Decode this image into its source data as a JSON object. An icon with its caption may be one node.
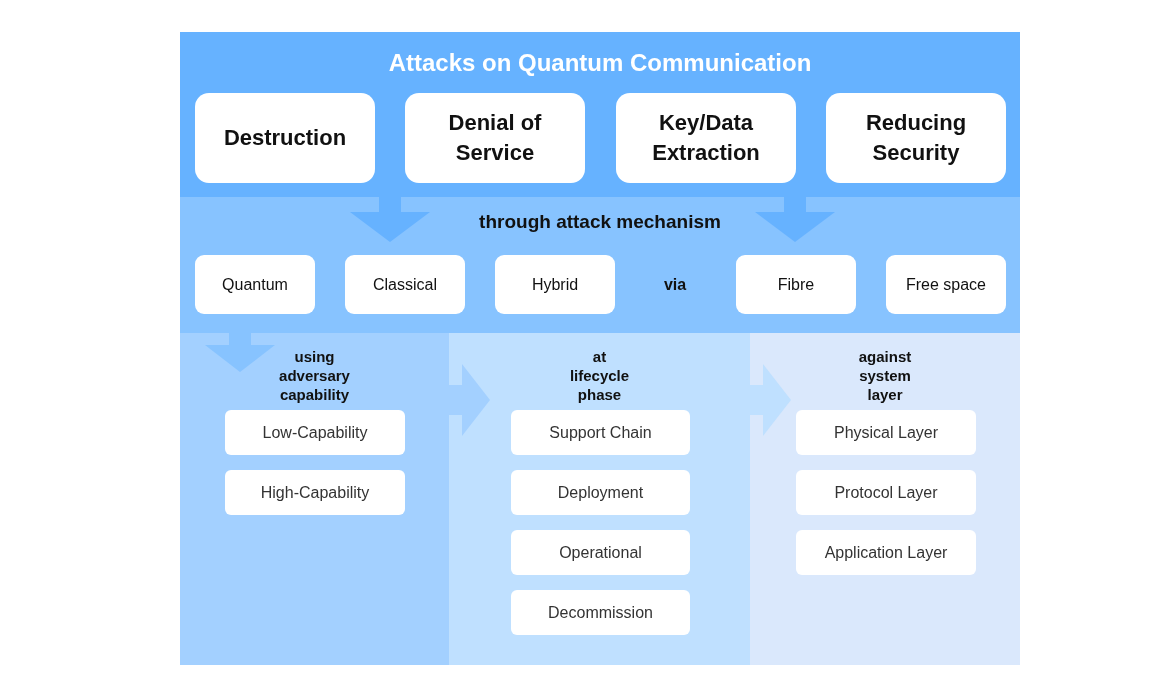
{
  "diagram": {
    "nodes": [
      {
        "text": [
          "Attacks on Quantum Communication"
        ]
      },
      {
        "text": [
          "Destruction"
        ],
        "in": 0
      },
      {
        "text": [
          "Denial of Service"
        ],
        "in": 0
      },
      {
        "text": [
          "Key/Data Extraction"
        ],
        "in": 0
      },
      {
        "text": [
          "Reducing Security"
        ],
        "in": 0
      },
      {
        "text": [
          "through attack mechanism",
          "via"
        ]
      },
      {
        "text": [
          "Quantum"
        ],
        "in": 5
      },
      {
        "text": [
          "Classical"
        ],
        "in": 5
      },
      {
        "text": [
          "Hybrid"
        ],
        "in": 5
      },
      {
        "text": [
          "Fibre"
        ],
        "in": 5
      },
      {
        "text": [
          "Free space"
        ],
        "in": 5
      },
      {
        "text": [
          "using adversary capability"
        ]
      },
      {
        "text": [
          "Low-Capability"
        ],
        "in": 11
      },
      {
        "text": [
          "High-Capability"
        ],
        "in": 11
      },
      {
        "text": [
          "at lifecycle phase"
        ]
      },
      {
        "text": [
          "Support Chain"
        ],
        "in": 14
      },
      {
        "text": [
          "Deployment"
        ],
        "in": 14
      },
      {
        "text": [
          "Operational"
        ],
        "in": 14
      },
      {
        "text": [
          "Decommission"
        ],
        "in": 14
      },
      {
        "text": [
          "against system layer"
        ]
      },
      {
        "text": [
          "Physical Layer"
        ],
        "in": 19
      },
      {
        "text": [
          "Protocol Layer"
        ],
        "in": 19
      },
      {
        "text": [
          "Application Layer"
        ],
        "in": 19
      }
    ],
    "edges": [
      {
        "from": 0,
        "to": 5,
        "arrow": "to"
      },
      {
        "from": 0,
        "to": 5,
        "arrow": "to"
      },
      {
        "from": 5,
        "to": 11,
        "arrow": "to"
      },
      {
        "from": 11,
        "to": 14,
        "arrow": "to"
      },
      {
        "from": 14,
        "to": 19,
        "arrow": "to"
      }
    ]
  }
}
